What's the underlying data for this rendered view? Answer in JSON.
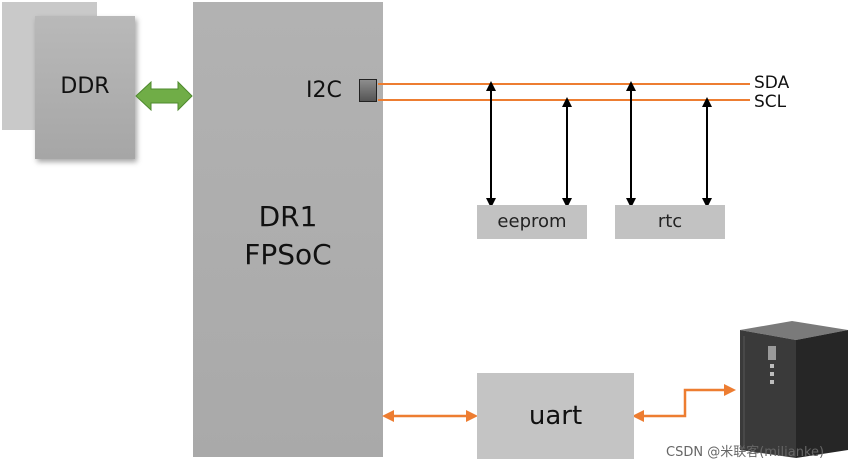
{
  "ddr": {
    "label": "DDR"
  },
  "soc": {
    "line1": "DR1",
    "line2": "FPSoC",
    "port_label": "I2C"
  },
  "bus": {
    "sda": "SDA",
    "scl": "SCL"
  },
  "devices": {
    "eeprom": "eeprom",
    "rtc": "rtc",
    "uart": "uart"
  },
  "watermark": "CSDN @米联客(milianke)",
  "colors": {
    "bus": "#ed7d31",
    "ddr_link": "#70ad47",
    "block": "#a9a9a9"
  }
}
